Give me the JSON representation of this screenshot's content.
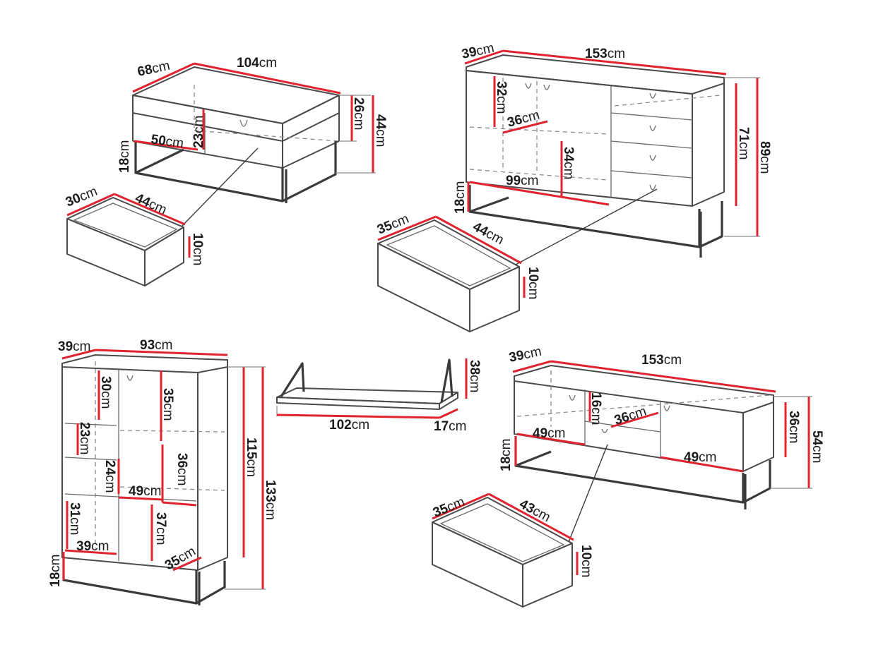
{
  "colors": {
    "dimension": "#e0242f",
    "outline": "#4a4a4a",
    "text": "#1c1c1c"
  },
  "unit": "cm",
  "coffee_table": {
    "depth": "68",
    "width": "104",
    "drawer_front_height": "26",
    "total_height": "44",
    "leg_height": "18",
    "shelf_width": "50",
    "shelf_height": "23",
    "drawer": {
      "depth": "30",
      "width": "44",
      "height": "10"
    }
  },
  "sideboard": {
    "depth": "39",
    "width": "153",
    "total_height": "89",
    "body_height": "71",
    "leg_height": "18",
    "upper_shelf_height": "32",
    "shelf_depth": "36",
    "lower_height": "34",
    "inner_width": "99",
    "drawer": {
      "depth": "35",
      "width": "44",
      "height": "10"
    }
  },
  "display_cabinet": {
    "depth": "39",
    "width": "93",
    "total_height": "133",
    "body_height": "115",
    "leg_height": "18",
    "top_glass_height": "30",
    "right_upper_height": "35",
    "middle_glass_height": "23",
    "lower_glass_height": "24",
    "right_middle_height": "36",
    "inner_width": "49",
    "bottom_height": "31",
    "bottom_width": "39",
    "right_lower_height": "37",
    "shelf_depth": "35"
  },
  "wall_shelf": {
    "width": "102",
    "depth": "17",
    "height": "38"
  },
  "tv_stand": {
    "depth": "39",
    "width": "153",
    "total_height": "54",
    "body_height": "36",
    "leg_height": "18",
    "compartment_height": "16",
    "compartment_depth": "36",
    "left_width": "49",
    "right_width": "49",
    "drawer": {
      "depth": "35",
      "width": "43",
      "height": "10"
    }
  }
}
